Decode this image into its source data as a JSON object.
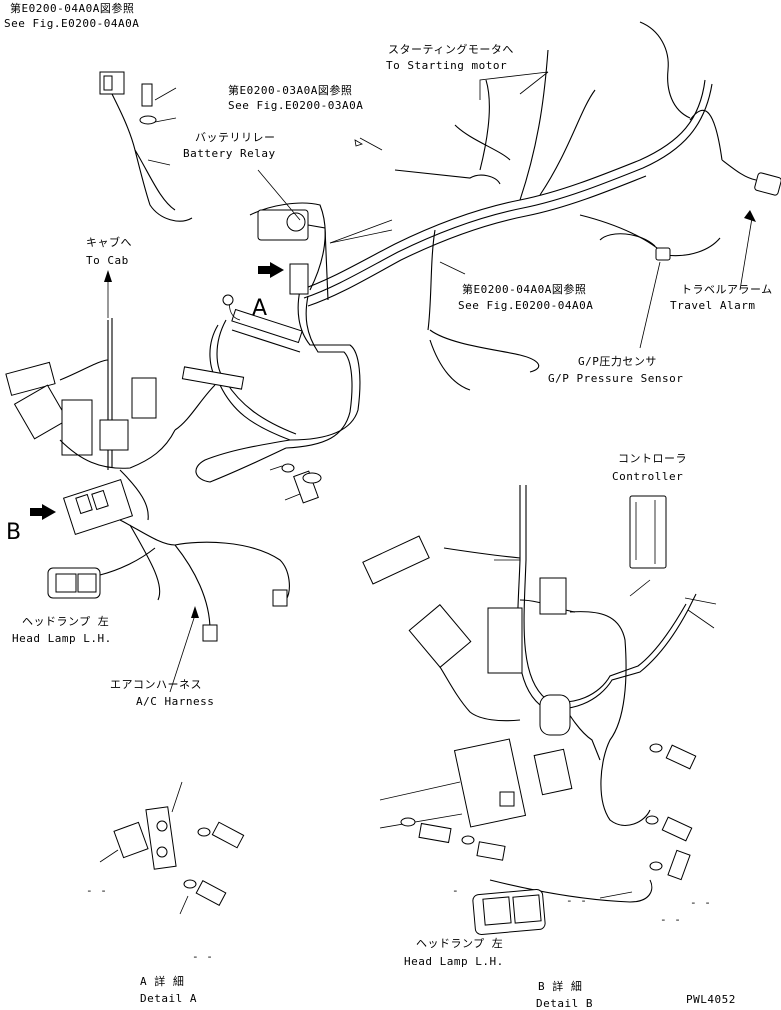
{
  "labels": {
    "see_fig_04a0a_top_jp": "第E0200-04A0A図参照",
    "see_fig_04a0a_top_en": "See Fig.E0200-04A0A",
    "starting_motor_jp": "スターティングモータへ",
    "starting_motor_en": "To Starting motor",
    "see_fig_03a0a_jp": "第E0200-03A0A図参照",
    "see_fig_03a0a_en": "See Fig.E0200-03A0A",
    "battery_relay_jp": "バッテリリレー",
    "battery_relay_en": "Battery Relay",
    "to_cab_jp": "キャブへ",
    "to_cab_en": "To Cab",
    "see_fig_04a0a_mid_jp": "第E0200-04A0A図参照",
    "see_fig_04a0a_mid_en": "See Fig.E0200-04A0A",
    "travel_alarm_jp": "トラベルアラーム",
    "travel_alarm_en": "Travel Alarm",
    "gp_sensor_jp": "G/P圧力センサ",
    "gp_sensor_en": "G/P Pressure Sensor",
    "controller_jp": "コントローラ",
    "controller_en": "Controller",
    "head_lamp_left_jp": "ヘッドランプ 左",
    "head_lamp_left_en": "Head Lamp L.H.",
    "ac_harness_jp": "エアコンハーネス",
    "ac_harness_en": "A/C Harness",
    "head_lamp_b_jp": "ヘッドランプ 左",
    "head_lamp_b_en": "Head Lamp L.H.",
    "detail_a_jp": "A 詳 細",
    "detail_a_en": "Detail A",
    "detail_b_jp": "B 詳 細",
    "detail_b_en": "Detail B",
    "marker_a": "A",
    "marker_b": "B",
    "drawing_no": "PWL4052",
    "dash_a1": "- -",
    "dash_a2": "- -",
    "dash_b1": "- -",
    "dash_b2": "- -",
    "dash_b3": "- -",
    "dash_b4": "-"
  }
}
